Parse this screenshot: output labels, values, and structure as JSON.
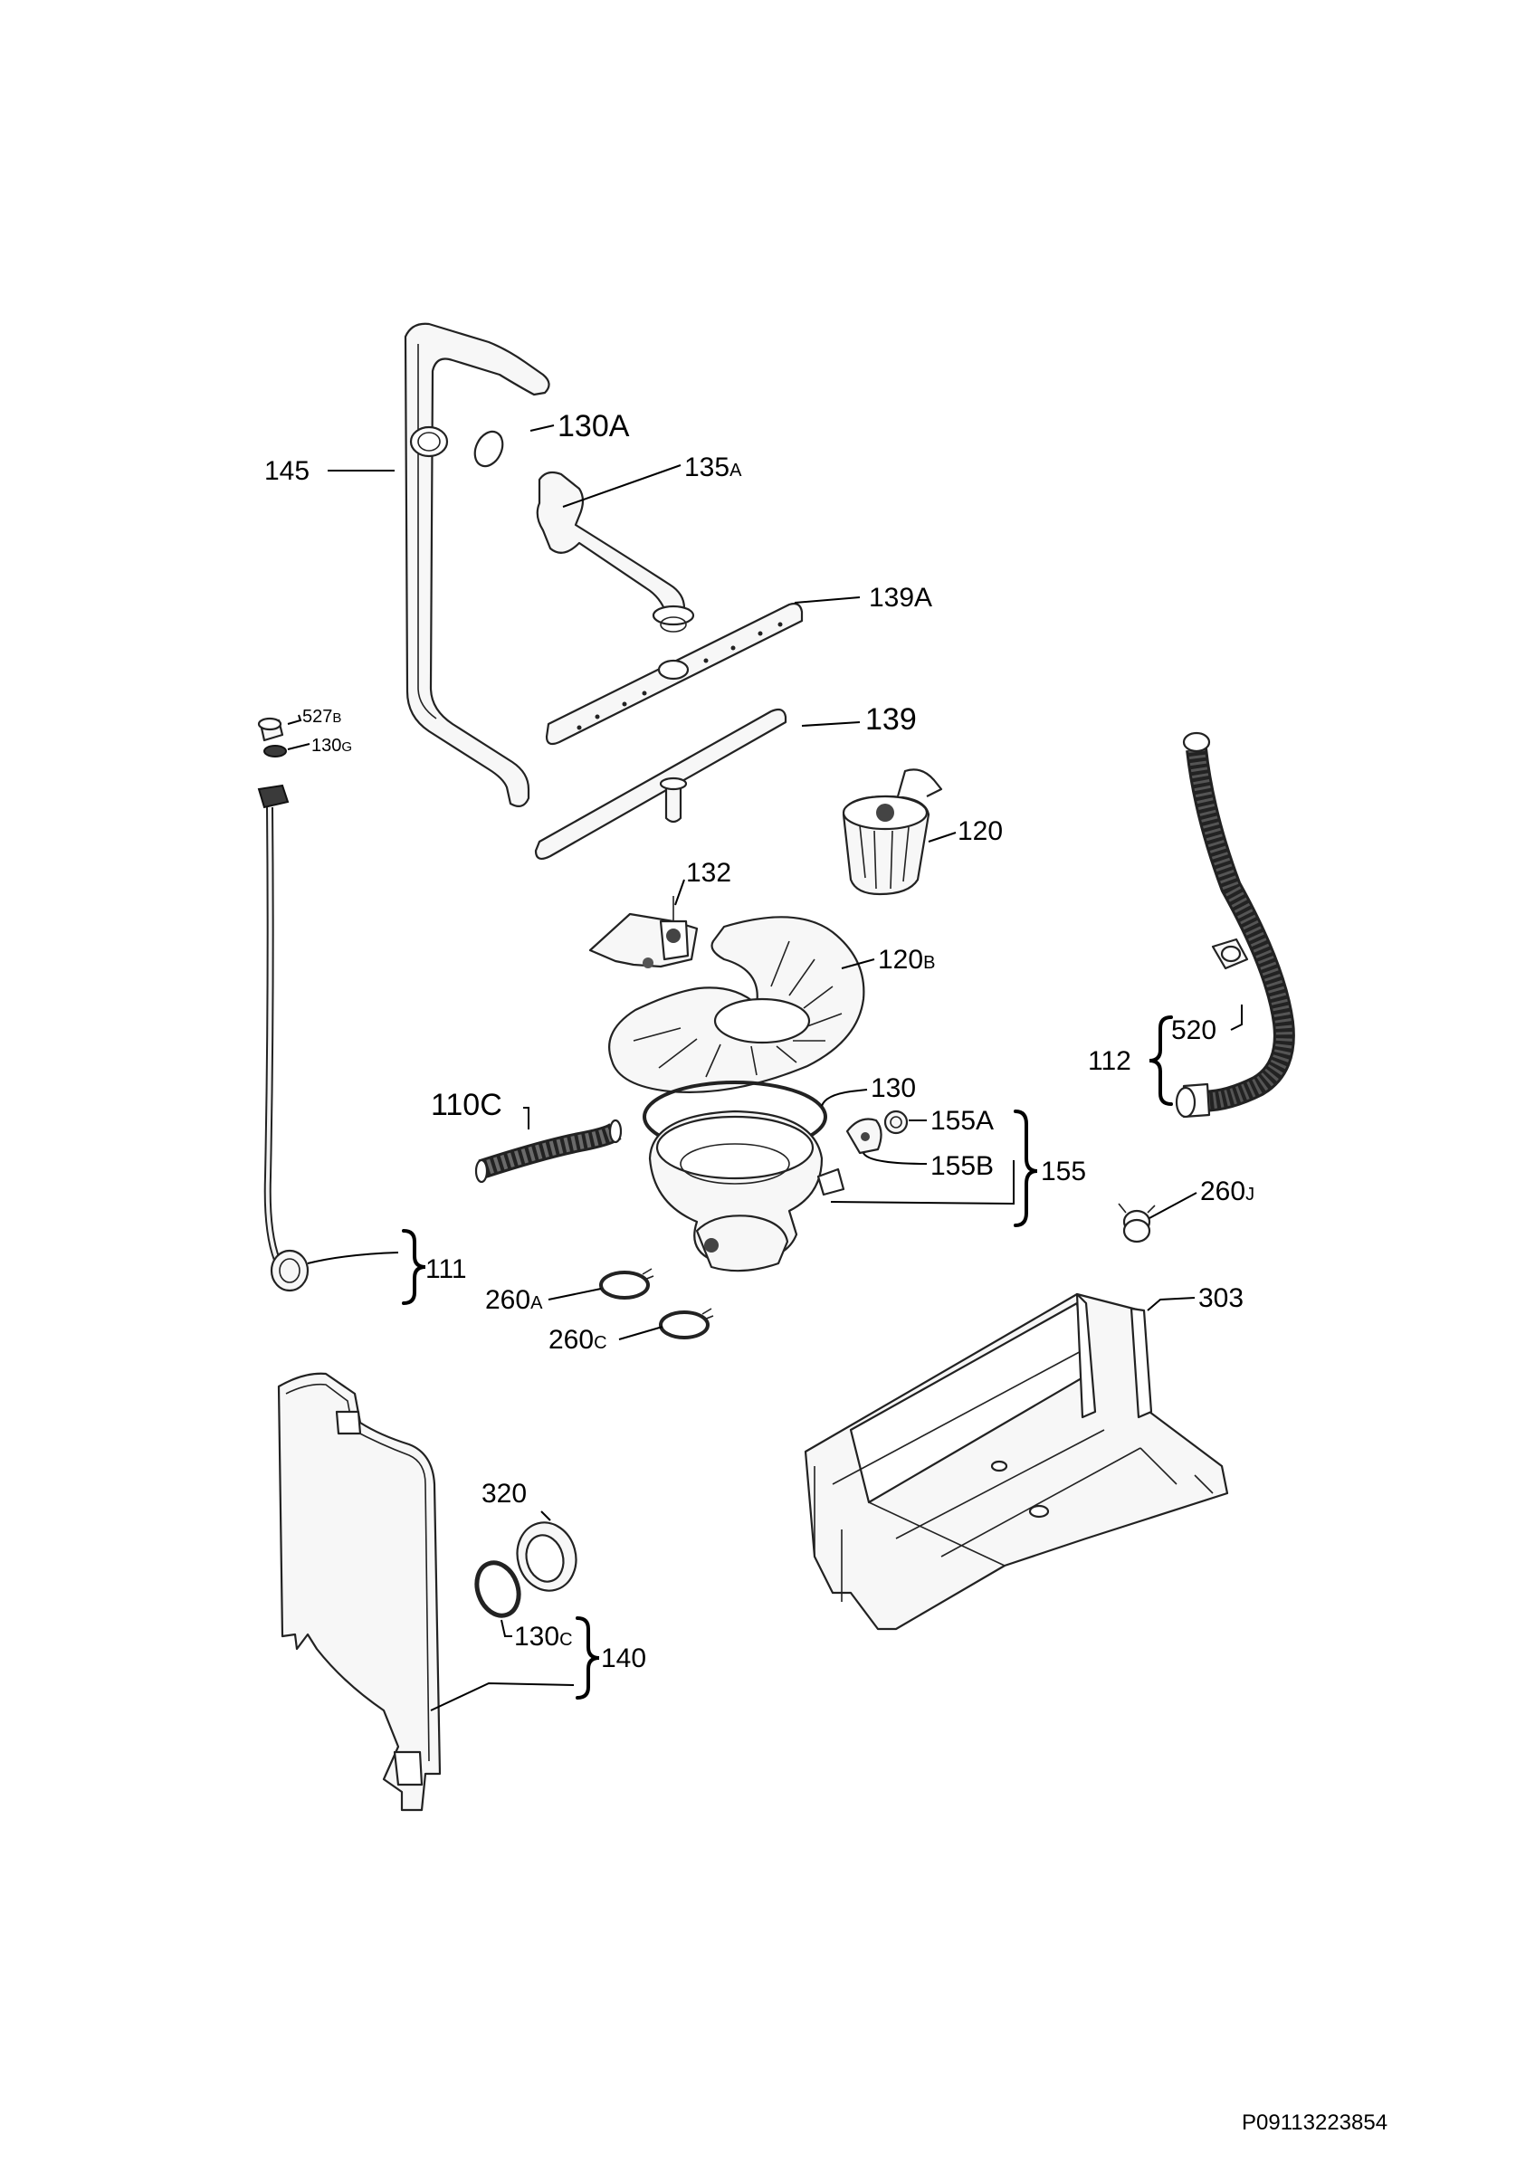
{
  "labels": {
    "l145": "145",
    "l130A": "130A",
    "l135A": "135",
    "l135A_sub": "A",
    "l139A": "139A",
    "l139": "139",
    "l527B": "527",
    "l527B_sub": "B",
    "l130G": "130",
    "l130G_sub": "G",
    "l120": "120",
    "l132": "132",
    "l120B": "120",
    "l120B_sub": "B",
    "l520": "520",
    "l112": "112",
    "l110C": "110C",
    "l130": "130",
    "l155A": "155A",
    "l155B": "155B",
    "l155": "155",
    "l260J": "260",
    "l260J_sub": "J",
    "l111": "111",
    "l260A": "260",
    "l260A_sub": "A",
    "l260C": "260",
    "l260C_sub": "C",
    "l303": "303",
    "l320": "320",
    "l130C": "130",
    "l130C_sub": "C",
    "l140": "140"
  },
  "document_id": "P09113223854"
}
